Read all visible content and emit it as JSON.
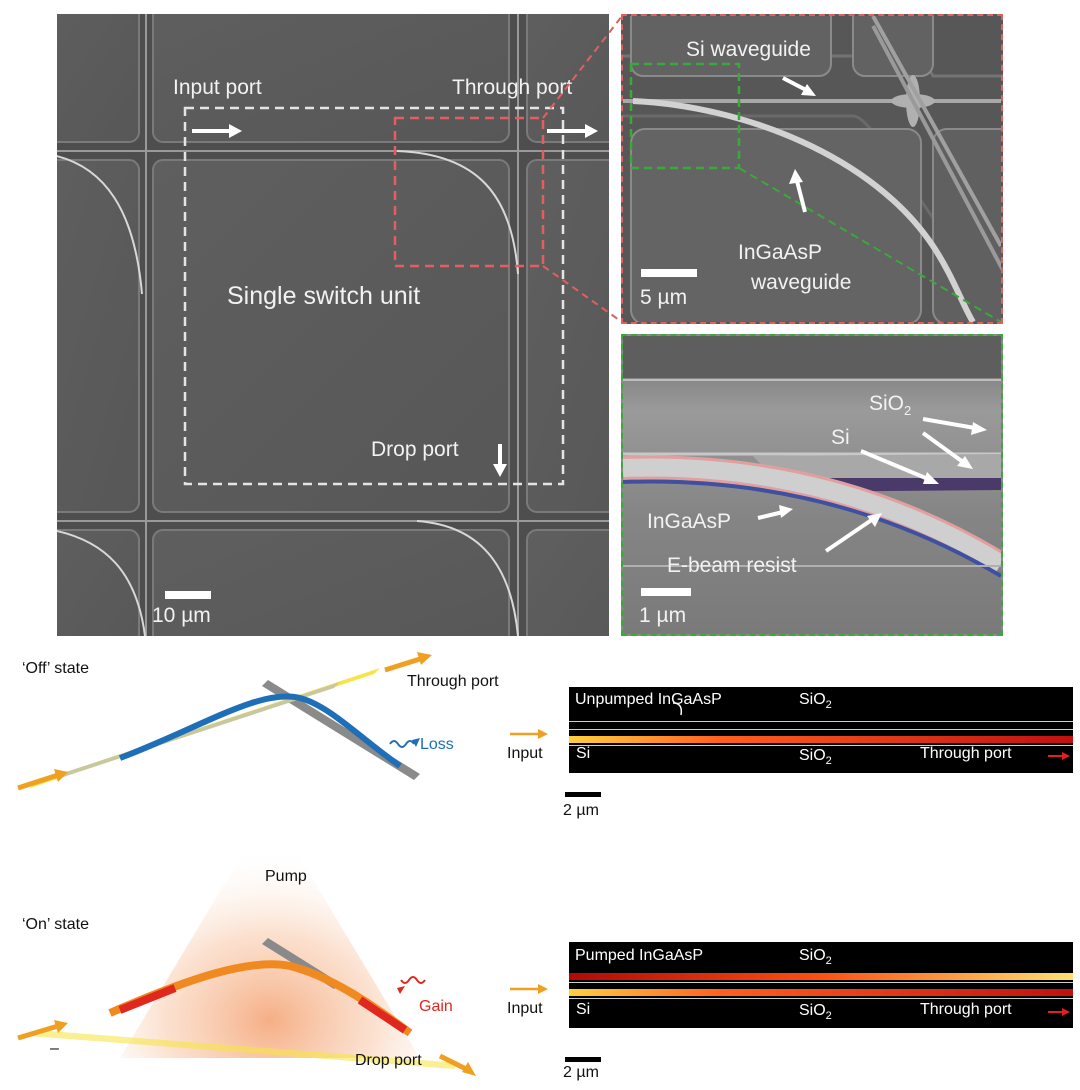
{
  "panel_a": {
    "input_port": "Input port",
    "through_port": "Through port",
    "single_switch_unit": "Single switch unit",
    "drop_port": "Drop port",
    "scale_bar": "10 µm"
  },
  "panel_zoom_top": {
    "si_waveguide": "Si waveguide",
    "ingaasp_line1": "InGaAsP",
    "ingaasp_line2": "waveguide",
    "scale_bar": "5 µm"
  },
  "panel_zoom_bottom": {
    "sio2": "SiO",
    "sio2_sub": "2",
    "si": "Si",
    "ingaasp": "InGaAsP",
    "ebeam_resist": "E-beam resist",
    "scale_bar": "1 µm"
  },
  "off_state": {
    "title": "‘Off’ state",
    "through_port": "Through port",
    "loss": "Loss"
  },
  "on_state": {
    "title": "‘On’ state",
    "pump": "Pump",
    "gain": "Gain",
    "drop_port": "Drop port",
    "dash": "–"
  },
  "sim_off": {
    "top_label": "Unpumped InGaAsP",
    "sio2_top": "SiO",
    "sio2_top_sub": "2",
    "si": "Si",
    "sio2_bottom": "SiO",
    "sio2_bottom_sub": "2",
    "through_port": "Through port",
    "input": "Input",
    "scale_bar": "2 µm"
  },
  "sim_on": {
    "top_label": "Pumped InGaAsP",
    "sio2_top": "SiO",
    "sio2_top_sub": "2",
    "si": "Si",
    "sio2_bottom": "SiO",
    "sio2_bottom_sub": "2",
    "through_port": "Through port",
    "input": "Input",
    "scale_bar": "2 µm"
  },
  "colors": {
    "sem_background": "#5a5a5a",
    "red_dashed_box": "#e06060",
    "green_dashed_box": "#3aa83a",
    "loss_blue": "#1f6fb8",
    "gain_red": "#e0281e",
    "arrow_orange": "#f0a020"
  }
}
